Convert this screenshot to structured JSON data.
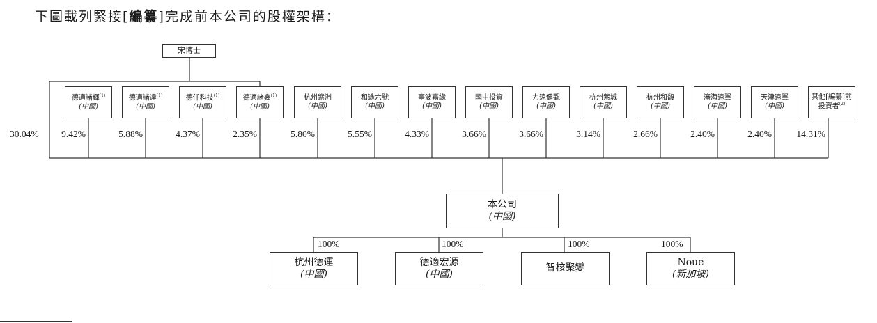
{
  "heading": {
    "prefix": "下圖載列緊接[",
    "bold": "編纂",
    "suffix": "]完成前本公司的股權架構："
  },
  "top_person": "宋博士",
  "founder_pct": "30.04%",
  "shareholders": [
    {
      "name": "德適諸輝",
      "note": "(1)",
      "place": "(中國)",
      "pct": "9.42%"
    },
    {
      "name": "德適諸達",
      "note": "(1)",
      "place": "(中國)",
      "pct": "5.88%"
    },
    {
      "name": "德仟科技",
      "note": "(1)",
      "place": "(中國)",
      "pct": "4.37%"
    },
    {
      "name": "德適諸鑫",
      "note": "(1)",
      "place": "(中國)",
      "pct": "2.35%"
    },
    {
      "name": "杭州紫洲",
      "note": "",
      "place": "(中國)",
      "pct": "5.80%"
    },
    {
      "name": "和途六號",
      "note": "",
      "place": "(中國)",
      "pct": "5.55%"
    },
    {
      "name": "寧波嘉緣",
      "note": "",
      "place": "(中國)",
      "pct": "4.33%"
    },
    {
      "name": "國中投資",
      "note": "",
      "place": "(中國)",
      "pct": "3.66%"
    },
    {
      "name": "力遠健觀",
      "note": "",
      "place": "(中國)",
      "pct": "3.66%"
    },
    {
      "name": "杭州紫城",
      "note": "",
      "place": "(中國)",
      "pct": "3.14%"
    },
    {
      "name": "杭州和馥",
      "note": "",
      "place": "(中國)",
      "pct": "2.66%"
    },
    {
      "name": "瀋海遠翼",
      "note": "",
      "place": "(中國)",
      "pct": "2.40%"
    },
    {
      "name": "天津遠翼",
      "note": "",
      "place": "(中國)",
      "pct": "2.40%"
    },
    {
      "name": "其他[編纂]前",
      "name2": "投資者",
      "note": "(2)",
      "place": "",
      "pct": "14.31%"
    }
  ],
  "company": {
    "name": "本公司",
    "place": "(中國)"
  },
  "subsidiaries": [
    {
      "name": "杭州德運",
      "place": "(中國)",
      "pct": "100%"
    },
    {
      "name": "德適宏源",
      "place": "(中國)",
      "pct": "100%"
    },
    {
      "name": "智核聚變",
      "place": "",
      "pct": "100%"
    },
    {
      "name": "Noue",
      "place": "(新加坡)",
      "pct": "100%"
    }
  ]
}
